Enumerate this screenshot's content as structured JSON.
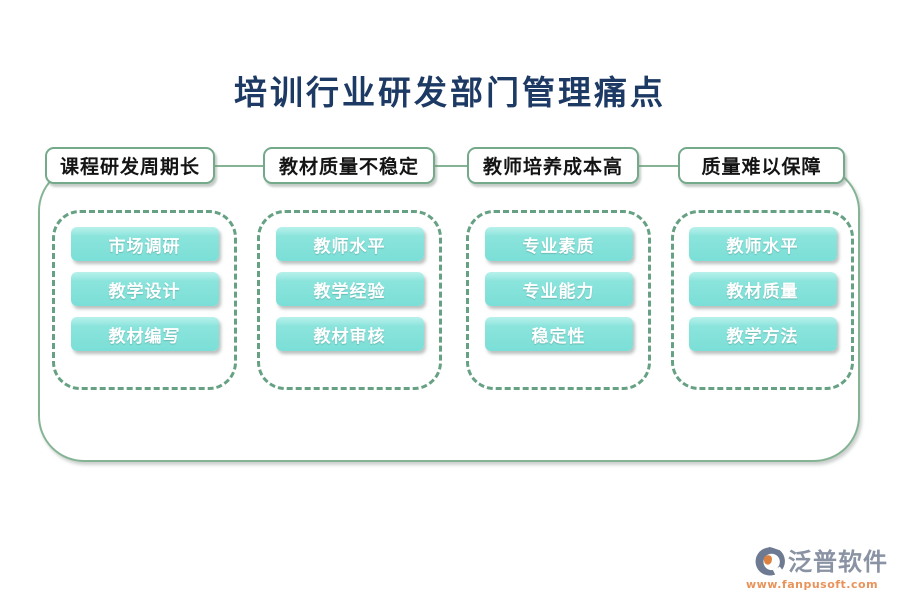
{
  "title": "培训行业研发部门管理痛点",
  "groups": [
    {
      "header": "课程研发周期长",
      "items": [
        "市场调研",
        "教学设计",
        "教材编写"
      ]
    },
    {
      "header": "教材质量不稳定",
      "items": [
        "教师水平",
        "教学经验",
        "教材审核"
      ]
    },
    {
      "header": "教师培养成本高",
      "items": [
        "专业素质",
        "专业能力",
        "稳定性"
      ]
    },
    {
      "header": "质量难以保障",
      "items": [
        "教师水平",
        "教材质量",
        "教学方法"
      ]
    }
  ],
  "logo": {
    "brand": "泛普软件",
    "website": "www.fanpusoft.com"
  },
  "colors": {
    "title_navy": "#1d3a64",
    "sage_border": "#84b494",
    "dashed_green": "#66a183",
    "chip_teal": "#7bdfd7",
    "logo_gray": "#8a93a3",
    "logo_orange": "#e8935a"
  }
}
